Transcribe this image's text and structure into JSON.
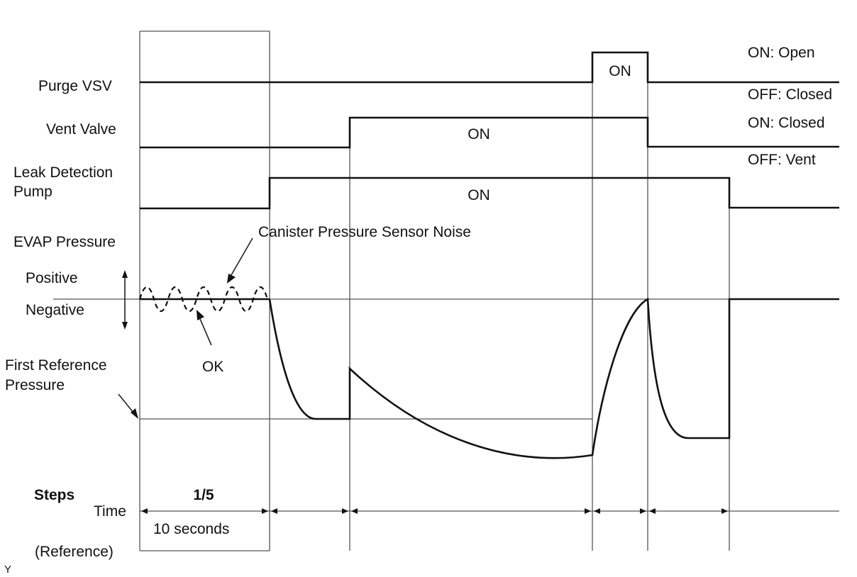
{
  "labels": {
    "purge_vsv": "Purge VSV",
    "vent_valve": "Vent Valve",
    "leak_pump_line1": "Leak Detection",
    "leak_pump_line2": "Pump",
    "evap_pressure": "EVAP Pressure",
    "positive": "Positive",
    "negative": "Negative",
    "first_ref_line1": "First Reference",
    "first_ref_line2": "Pressure",
    "steps": "Steps",
    "time": "Time",
    "reference": "(Reference)",
    "corner_mark": "Y"
  },
  "states": {
    "purge_on": "ON: Open",
    "purge_off": "OFF: Closed",
    "vent_on": "ON: Closed",
    "vent_off": "OFF: Vent"
  },
  "pulses": {
    "purge": "ON",
    "vent": "ON",
    "pump": "ON"
  },
  "annotations": {
    "noise": "Canister Pressure Sensor Noise",
    "ok": "OK"
  },
  "steps": {
    "step1_label": "1/5",
    "step1_time": "10 seconds"
  }
}
